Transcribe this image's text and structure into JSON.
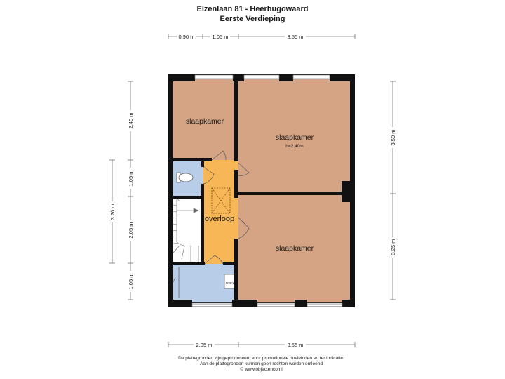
{
  "title": "Elzenlaan 81 - Heerhugowaard",
  "subtitle": "Eerste Verdieping",
  "rooms": {
    "bedroom_1": "slaapkamer",
    "bedroom_2": "slaapkamer",
    "bedroom_2_height": "h=2.40m",
    "bedroom_3": "slaapkamer",
    "landing": "overloop",
    "shower_label": "DSEX"
  },
  "dimensions": {
    "top": [
      "0.90 m",
      "1.05 m",
      "3.55 m"
    ],
    "bottom": [
      "2.05 m",
      "3.55 m"
    ],
    "left_inner": [
      "2.40 m",
      "1.05 m",
      "2.05 m",
      "1.05 m"
    ],
    "left_outer": "3.20 m",
    "right": [
      "3.50 m",
      "3.25 m"
    ]
  },
  "colors": {
    "wall": "#111111",
    "bedroom": "#d4a484",
    "landing": "#f7b757",
    "wet_room": "#b8cde8",
    "stairs": "#ffffff",
    "window": "#c8ccd0"
  },
  "footer": {
    "line1": "De plattegronden zijn geproduceerd voor promotionele doeleinden en ter indicatie.",
    "line2": "Aan de plattegronden kunnen geen rechten worden ontleend",
    "line3": "© www.objectenco.nl"
  }
}
